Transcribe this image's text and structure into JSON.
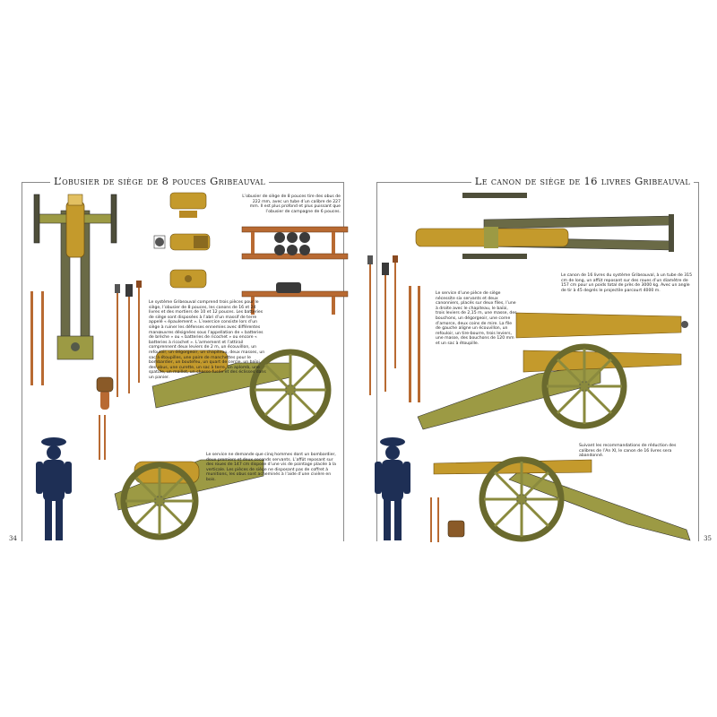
{
  "left_page": {
    "title": "L’obusier de siège de 8 pouces Gribeauval",
    "page_number": "34",
    "text_blocks": [
      "L’obusier de siège de 8 pouces tire des obus de 222 mm, avec un tube d’un calibre de 227 mm. Il est plus profond et plus puissant que l’obusier de campagne de 6 pouces.",
      "Le système Gribeauval comprend trois pièces pour le siège, l’obusier de 8 pouces, les canons de 16 et 24 livres et des mortiers de 10 et 12 pouces. Les batteries de siège sont disposées à l’abri d’un massif de terre appelé « épaulement ». L’exercice consiste lors d’un siège à ruiner les défenses ennemies avec différentes manœuvres désignées sous l’appellation de « batteries de brèche » ou « batteries de ricochet » ou encore « batteries à ricochet ». L’armement et l’attirail comprennent deux leviers de 2 m, un écouvillon, un refouloir, un dégorgeoir, un chapiteau, deux masses, un sac à étoupilles, une paire de manchettes pour le bombardier, un boutefeu, un quart de cercle, un baïoi, des obus, une curette, un sac à terre, un aplomb, une spatule, un maillet, un chasse-fusée et des éclisses dans un panier.",
      "Le service ne demande que cinq hommes dont un bombardier, deux premiers et deux seconds servants. L’affût reposant sur des roues de 147 cm dispose d’une vis de pointage placée à la verticale. Les pièces de siège ne disposant pas de coffret à munitions, les obus sont acheminés à l’aide d’une civière en bois."
    ]
  },
  "right_page": {
    "title": "Le canon de siège de 16 livres Gribeauval",
    "page_number": "35",
    "text_blocks": [
      "Le canon de 16 livres du système Gribeauval, à un tube de 315 cm de long, un affût reposant sur des roues d’un diamètre de 157 cm pour un poids total de près de 3000 kg. Avec un angle de tir à 45 degrés le projectile parcourt 4000 m.",
      "Le service d’une pièce de siège nécessite six servants et deux canonniers, placés sur deux files, l’une à droite avec le chapiteau, le baïoi, trois leviers de 2,15 m, une masse, des bouchons, un dégorgeoir, une corne d’amorce, deux coins de mire. La file de gauche aligne un écouvillon, un refouloir, un tire-bourre, trois leviers, une masse, des bouchons de 120 mm et un sac à étoupille.",
      "Suivant les recommandations de réduction des calibres de l’An XI, le canon de 16 livres sera abandonné."
    ]
  },
  "colors": {
    "bronze": "#c49a2c",
    "bronze_light": "#e2c062",
    "carriage": "#9c9a44",
    "ironwork": "#555a4a",
    "wood": "#b86a32",
    "figure": "#1e2f55",
    "frame": "#8a8a8a"
  },
  "illustrations": [
    "howitzer-top-view",
    "howitzer-barrel-views",
    "shell-tray",
    "howitzer-side-view",
    "howitzer-rear-view",
    "cannon-top-view",
    "cannon-barrel-side",
    "cannon-side-view",
    "cannon-rear-view",
    "soldier-silhouette",
    "tools"
  ]
}
